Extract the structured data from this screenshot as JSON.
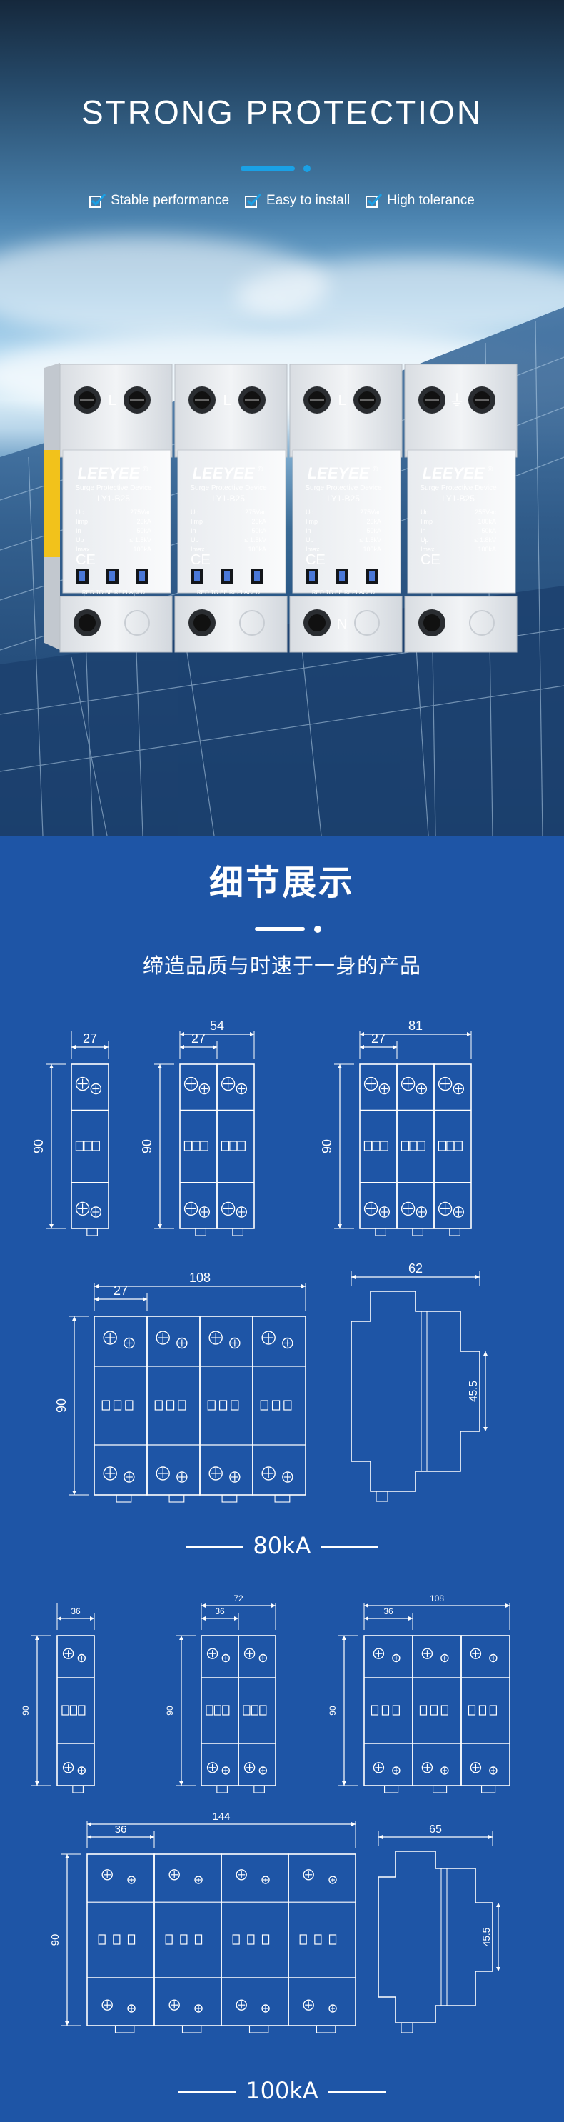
{
  "hero": {
    "title": "STRONG PROTECTION",
    "features": [
      "Stable performance",
      "Easy to install",
      "High tolerance"
    ]
  },
  "device": {
    "brand": "LEEYEE",
    "subtitle": "Surge Protective Device",
    "model": "LY1-B25",
    "specs": [
      {
        "k": "Uc",
        "v": "275Vac"
      },
      {
        "k": "Iimp",
        "v": "25kA"
      },
      {
        "k": "In",
        "v": "50kA"
      },
      {
        "k": "Up",
        "v": "≤ 1.5kV"
      },
      {
        "k": "Imax",
        "v": "100kA"
      }
    ],
    "specs_n": [
      {
        "k": "Uc",
        "v": "255Vac"
      },
      {
        "k": "Iimp",
        "v": "100kA"
      },
      {
        "k": "In",
        "v": "50kA"
      },
      {
        "k": "Up",
        "v": "≤ 1.8kV"
      },
      {
        "k": "Imax",
        "v": "100kA"
      }
    ],
    "ce_mark": "CE",
    "red_label": "RED TO BE REPLACED",
    "terminal_L": "L",
    "terminal_N": "N",
    "reg_mark": "®",
    "ground_symbol": "⏚"
  },
  "details": {
    "heading": "细节展示",
    "subheading": "缔造品质与时速于一身的产品"
  },
  "dims80": {
    "rating": "80kA",
    "module_width": "27",
    "height": "90",
    "width_1": "27",
    "width_2": "54",
    "width_3": "81",
    "width_4": "108",
    "depth": "62",
    "depth_inner": "45.5"
  },
  "dims100": {
    "rating": "100kA",
    "module_width": "36",
    "height": "90",
    "width_1": "36",
    "width_2": "72",
    "width_3": "108",
    "width_4": "144",
    "depth": "65",
    "depth_inner": "45.5"
  },
  "colors": {
    "background_blue": "#1e55a6",
    "accent": "#1aa1e6",
    "line": "#ffffff"
  }
}
